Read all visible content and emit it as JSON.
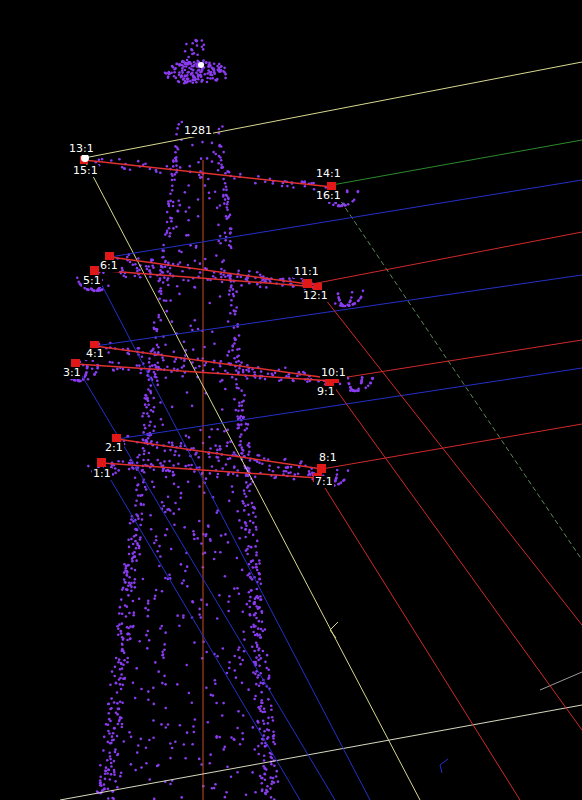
{
  "diagram": {
    "labels": [
      "1281",
      "13:1",
      "15:1",
      "14:1",
      "16:1",
      "6:1",
      "5:1",
      "11:1",
      "12:1",
      "4:1",
      "3:1",
      "10:1",
      "9:1",
      "2:1",
      "1:1",
      "8:1",
      "7:1"
    ]
  }
}
